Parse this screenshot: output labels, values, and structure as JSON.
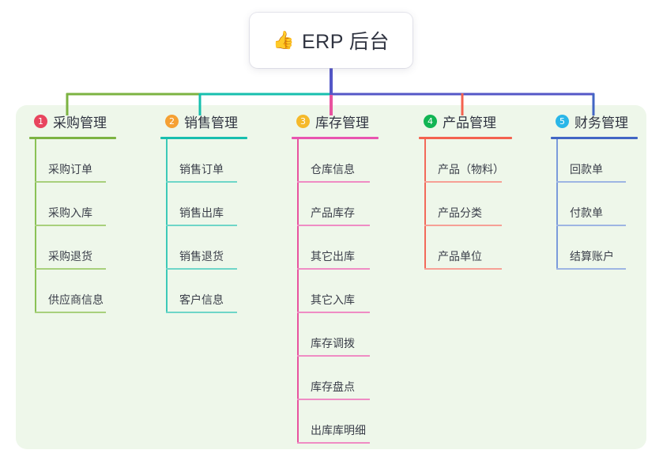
{
  "root": {
    "icon": "thumbs-up-icon",
    "icon_glyph": "👍",
    "title": "ERP 后台"
  },
  "canvas": {
    "panel_color": "#eef7ea",
    "background_color": "#ffffff"
  },
  "bus": {
    "segments": [
      {
        "name": "bus-segment-green",
        "color": "#7cb342"
      },
      {
        "name": "bus-segment-teal",
        "color": "#17bfae"
      },
      {
        "name": "bus-segment-purple",
        "color": "#5457c7"
      }
    ],
    "root_drop_color": "#5457c7"
  },
  "columns": [
    {
      "index": "1",
      "title": "采购管理",
      "badge_color": "#e8455e",
      "rule_color": "#7cb342",
      "line_color": "#8ac256",
      "item_rule_color": "#a8d07c",
      "drop_color": "#7cb342",
      "items": [
        {
          "label": "采购订单"
        },
        {
          "label": "采购入库"
        },
        {
          "label": "采购退货"
        },
        {
          "label": "供应商信息"
        }
      ]
    },
    {
      "index": "2",
      "title": "销售管理",
      "badge_color": "#f5a033",
      "rule_color": "#17bfae",
      "line_color": "#3cc9b8",
      "item_rule_color": "#6ed6c8",
      "drop_color": "#17bfae",
      "items": [
        {
          "label": "销售订单"
        },
        {
          "label": "销售出库"
        },
        {
          "label": "销售退货"
        },
        {
          "label": "客户信息"
        }
      ]
    },
    {
      "index": "3",
      "title": "库存管理",
      "badge_color": "#f5b92a",
      "rule_color": "#e854b0",
      "line_color": "#e8539f",
      "item_rule_color": "#ef8cc4",
      "drop_color": "#e8539f",
      "items": [
        {
          "label": "仓库信息"
        },
        {
          "label": "产品库存"
        },
        {
          "label": "其它出库"
        },
        {
          "label": "其它入库"
        },
        {
          "label": "库存调拨"
        },
        {
          "label": "库存盘点"
        },
        {
          "label": "出库库明细"
        }
      ]
    },
    {
      "index": "4",
      "title": "产品管理",
      "badge_color": "#12b554",
      "rule_color": "#f4624f",
      "line_color": "#f2695a",
      "item_rule_color": "#f6a095",
      "drop_color": "#f4624f",
      "items": [
        {
          "label": "产品（物料）"
        },
        {
          "label": "产品分类"
        },
        {
          "label": "产品单位"
        }
      ]
    },
    {
      "index": "5",
      "title": "财务管理",
      "badge_color": "#29b6e8",
      "rule_color": "#4266c4",
      "line_color": "#7b9bdb",
      "item_rule_color": "#9db5e3",
      "drop_color": "#4266c4",
      "items": [
        {
          "label": "回款单"
        },
        {
          "label": "付款单"
        },
        {
          "label": "结算账户"
        }
      ]
    }
  ]
}
